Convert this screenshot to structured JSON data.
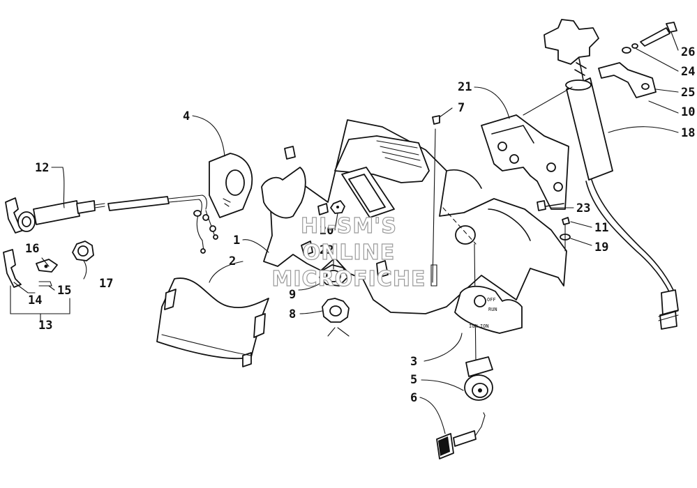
{
  "diagram": {
    "callouts": [
      {
        "id": "c1",
        "label": "1"
      },
      {
        "id": "c2",
        "label": "2"
      },
      {
        "id": "c3",
        "label": "3"
      },
      {
        "id": "c4",
        "label": "4"
      },
      {
        "id": "c5",
        "label": "5"
      },
      {
        "id": "c6",
        "label": "6"
      },
      {
        "id": "c7",
        "label": "7"
      },
      {
        "id": "c8",
        "label": "8"
      },
      {
        "id": "c9",
        "label": "9"
      },
      {
        "id": "c10",
        "label": "10"
      },
      {
        "id": "c11",
        "label": "11"
      },
      {
        "id": "c12",
        "label": "12"
      },
      {
        "id": "c13",
        "label": "13"
      },
      {
        "id": "c14",
        "label": "14"
      },
      {
        "id": "c15",
        "label": "15"
      },
      {
        "id": "c16",
        "label": "16"
      },
      {
        "id": "c17",
        "label": "17"
      },
      {
        "id": "c18",
        "label": "18"
      },
      {
        "id": "c19",
        "label": "19"
      },
      {
        "id": "c20",
        "label": "20"
      },
      {
        "id": "c21",
        "label": "21"
      },
      {
        "id": "c22",
        "label": "22"
      },
      {
        "id": "c23",
        "label": "23"
      },
      {
        "id": "c24",
        "label": "24"
      },
      {
        "id": "c25",
        "label": "25"
      },
      {
        "id": "c26",
        "label": "26"
      }
    ],
    "panel_markings": {
      "off": "OFF",
      "run": "RUN",
      "ign": "IGN",
      "ion": "ION"
    },
    "watermark": [
      "HI-SM'S",
      "ONLINE",
      "MICROFICHE"
    ],
    "colors": {
      "ink": "#111111",
      "paper": "#ffffff",
      "watermark": "#9a9a9a"
    }
  }
}
